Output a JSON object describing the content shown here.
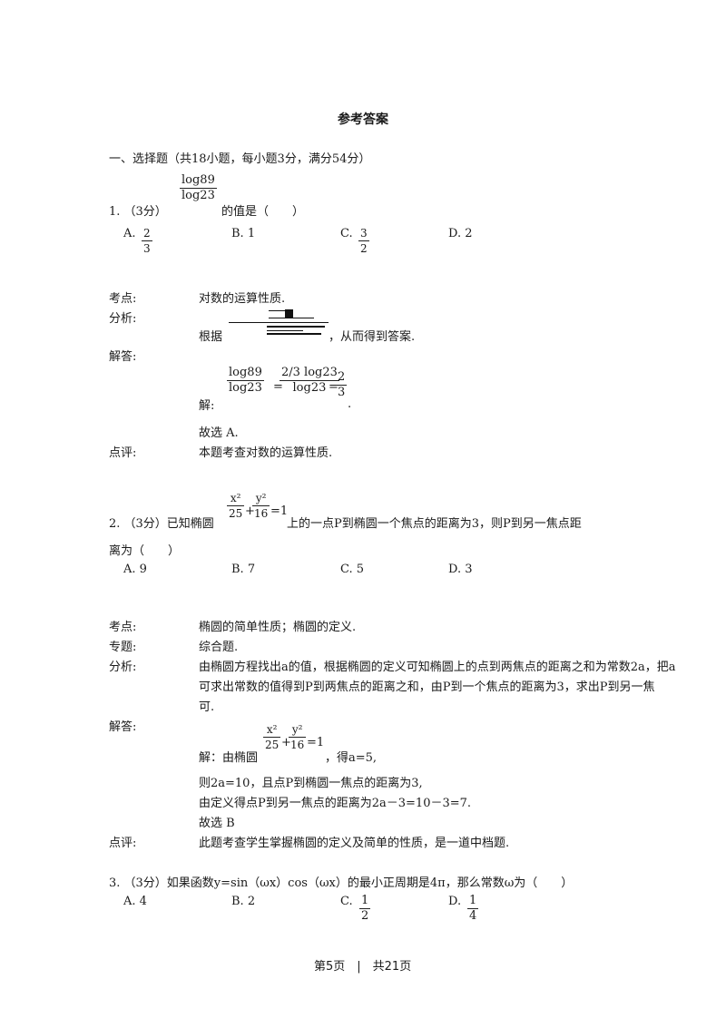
{
  "title": "参考答案",
  "section": "一、选择题（共18小题，每小题3分，满分54分）",
  "q1": {
    "prefix": "1. （3分）",
    "frac_num": "log89",
    "frac_den": "log23",
    "suffix": "的值是（　　）",
    "options": [
      "A.",
      "B. 1",
      "C.",
      "D. 2"
    ],
    "optA_num": "2",
    "optA_den": "3",
    "optC_num": "3",
    "optC_den": "2",
    "labels": {
      "kaodian": "考点:",
      "fenxi": "分析:",
      "jieda": "解答:",
      "dianping": "点评:"
    },
    "kaodian": "对数的运算性质.",
    "fenxi_pre": "根据",
    "fenxi_post": "，从而得到答案.",
    "jie_prefix": "解:",
    "jie_n1": "log89",
    "jie_d1": "log23",
    "jie_n2": "2/3 log23",
    "jie_d2": "log23",
    "jie_n3": "2",
    "jie_d3": "3",
    "jie_end": ".",
    "guxuan": "故选 A.",
    "dianping": "本题考查对数的运算性质."
  },
  "q2": {
    "prefix": "2. （3分）已知椭圆",
    "suffix": "上的一点P到椭圆一个焦点的距离为3，则P到另一焦点距",
    "line2": "离为（　　）",
    "options": [
      "A. 9",
      "B. 7",
      "C. 5",
      "D. 3"
    ],
    "labels": {
      "kaodian": "考点:",
      "zhuanti": "专题:",
      "fenxi": "分析:",
      "jieda": "解答:",
      "dianping": "点评:"
    },
    "kaodian": "椭圆的简单性质；椭圆的定义.",
    "zhuanti": "综合题.",
    "fenxi1": "由椭圆方程找出a的值，根据椭圆的定义可知椭圆上的点到两焦点的距离之和为常数2a，把a",
    "fenxi2": "可求出常数的值得到P到两焦点的距离之和，由P到一个焦点的距离为3，求出P到另一焦",
    "fenxi3": "可.",
    "jie_pre": "解：由椭圆",
    "jie_post": "，得a=5,",
    "jie2": "则2a=10，且点P到椭圆一焦点的距离为3,",
    "jie3": "由定义得点P到另一焦点的距离为2a－3=10－3=7.",
    "jie4": "故选 B",
    "dianping": "此题考查学生掌握椭圆的定义及简单的性质，是一道中档题.",
    "eq_x": "x²",
    "eq_25": "25",
    "eq_y": "y²",
    "eq_16": "16",
    "eq_rhs": "=1"
  },
  "q3": {
    "stem": "3. （3分）如果函数y=sin（ωx）cos（ωx）的最小正周期是4π，那么常数ω为（　　）",
    "options": [
      "A. 4",
      "B. 2",
      "C.",
      "D."
    ],
    "optC_num": "1",
    "optC_den": "2",
    "optD_num": "1",
    "optD_den": "4"
  },
  "footer": "第5页　|　共21页"
}
